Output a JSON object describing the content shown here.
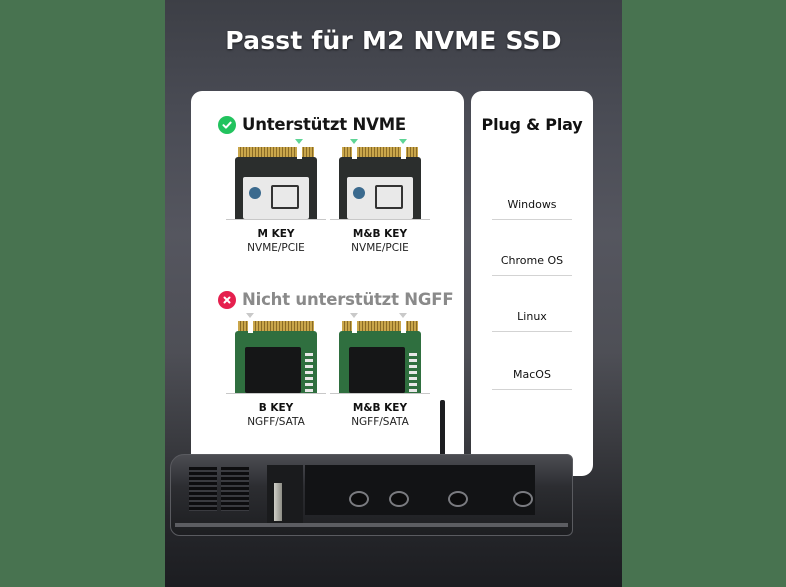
{
  "background_color": "#487350",
  "title": "Passt für M2 NVME SSD",
  "supported": {
    "heading": "Unterstützt NVME",
    "icon": "check-circle-icon",
    "icon_color": "#22c35e",
    "items": [
      {
        "key": "M KEY",
        "type": "NVME/PCIE"
      },
      {
        "key": "M&B KEY",
        "type": "NVME/PCIE"
      }
    ]
  },
  "unsupported": {
    "heading": "Nicht unterstützt NGFF",
    "icon": "x-circle-icon",
    "icon_color": "#e5204e",
    "items": [
      {
        "key": "B KEY",
        "type": "NGFF/SATA"
      },
      {
        "key": "M&B KEY",
        "type": "NGFF/SATA"
      }
    ]
  },
  "plug_and_play": {
    "title": "Plug & Play",
    "os": [
      "Windows",
      "Chrome OS",
      "Linux",
      "MacOS"
    ]
  }
}
